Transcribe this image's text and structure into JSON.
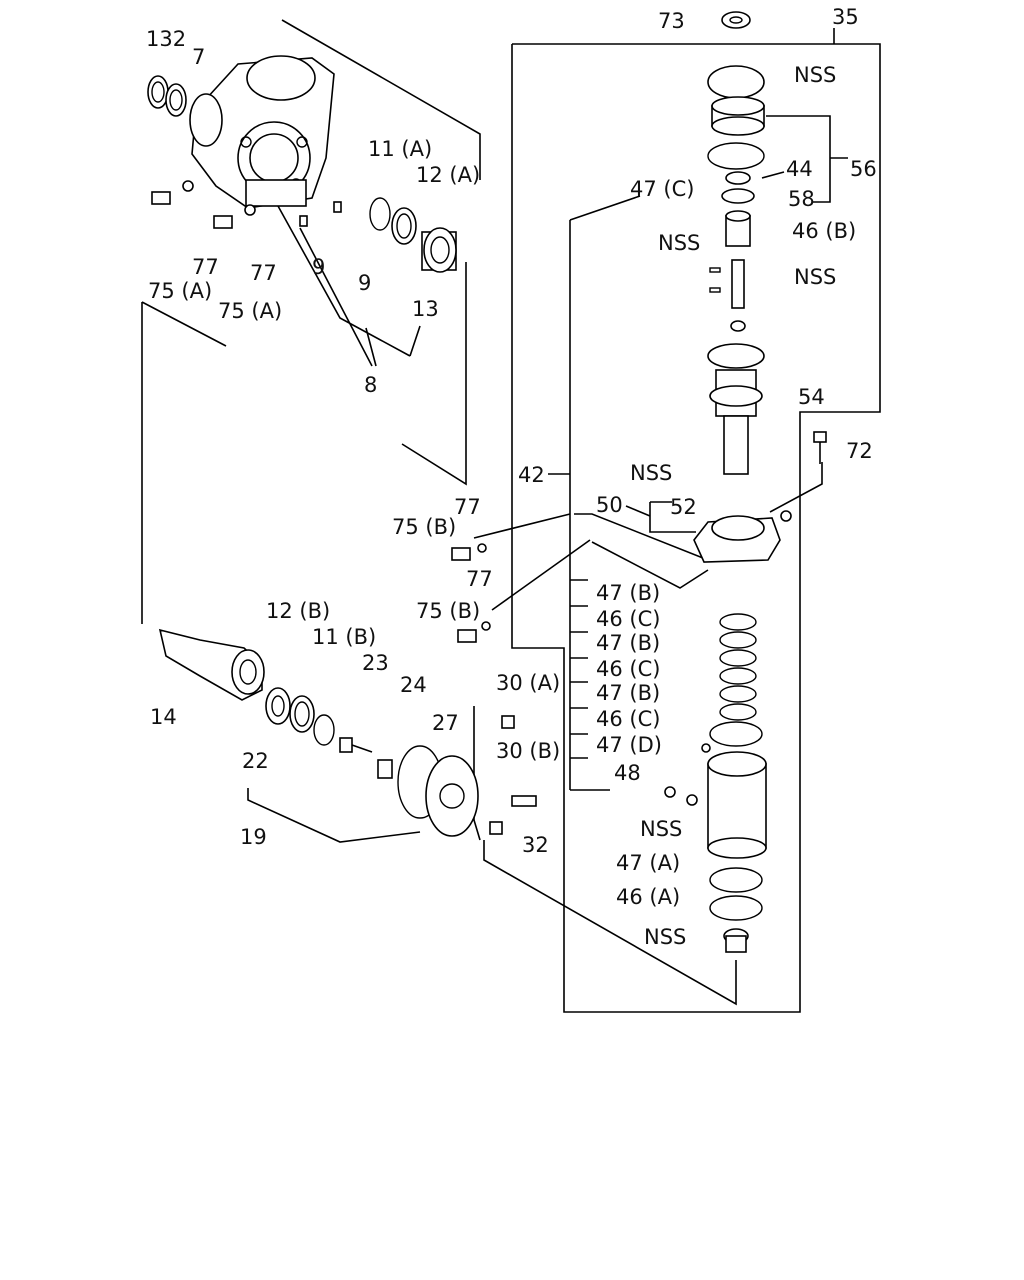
{
  "labels": {
    "p132": "132",
    "p7": "7",
    "p11a": "11 (A)",
    "p12a": "12 (A)",
    "p9_left": "9",
    "p9_right": "9",
    "p13": "13",
    "p8": "8",
    "p77_a": "77",
    "p77_b": "77",
    "p75a_left": "75 (A)",
    "p75a_mid": "75 (A)",
    "p73": "73",
    "p35": "35",
    "nss_top": "NSS",
    "p44": "44",
    "p56": "56",
    "p47c": "47 (C)",
    "p58": "58",
    "p46b": "46 (B)",
    "nss_pin_left": "NSS",
    "nss_pin_right": "NSS",
    "p54": "54",
    "nss_lower": "NSS",
    "p72": "72",
    "p42": "42",
    "p50": "50",
    "p52": "52",
    "p77_c": "77",
    "p75b_a": "75 (B)",
    "p77_d": "77",
    "p75b_b": "75 (B)",
    "p47b_1": "47 (B)",
    "p46c_1": "46 (C)",
    "p47b_2": "47 (B)",
    "p46c_2": "46 (C)",
    "p47b_3": "47 (B)",
    "p46c_3": "46 (C)",
    "p47d": "47 (D)",
    "p48": "48",
    "p12b": "12 (B)",
    "p11b": "11 (B)",
    "p23": "23",
    "p24": "24",
    "p27": "27",
    "p30a": "30 (A)",
    "p30b": "30 (B)",
    "p32": "32",
    "p14": "14",
    "p22": "22",
    "p19": "19",
    "nss_bolt": "NSS",
    "p47a": "47 (A)",
    "p46a": "46 (A)",
    "nss_bottom": "NSS"
  }
}
